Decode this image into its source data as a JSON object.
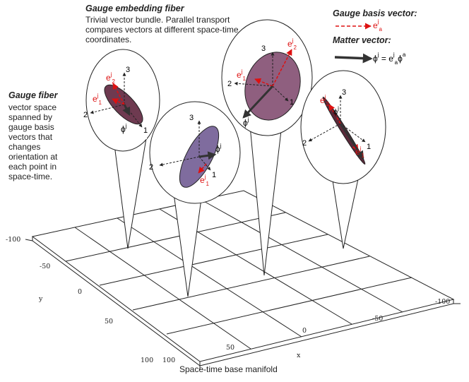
{
  "annotations": {
    "embedding_title": "Gauge embedding fiber",
    "embedding_desc": "Trivial vector bundle.  Parallel transport compares vectors at different space-time coordinates.",
    "fiber_title": "Gauge fiber",
    "fiber_desc": "vector space spanned by gauge basis vectors that changes orientation at each point in space-time.",
    "basis_title": "Gauge basis vector:",
    "matter_title": "Matter vector:",
    "base_manifold": "Space-time base manifold"
  },
  "legend": {
    "basis_symbol": "e",
    "basis_sup": "j",
    "basis_sub": "a",
    "matter_symbol": "ϕ",
    "matter_sup": "j",
    "matter_eq": " = e",
    "matter_eq_sup": "j",
    "matter_eq_sub": "a",
    "matter_eq_phi": "ϕ",
    "matter_eq_phi_sup": "a"
  },
  "axes": {
    "x_label": "x",
    "y_label": "y",
    "x_ticks": [
      "-100",
      "-50",
      "0",
      "50",
      "100"
    ],
    "y_ticks": [
      "-100",
      "-50",
      "0",
      "50",
      "100"
    ]
  },
  "fiber_labels": {
    "axis1": "1",
    "axis2": "2",
    "axis3": "3",
    "e": "e",
    "e_sup": "j",
    "sub1": "1",
    "sub2": "2",
    "phi": "ϕ",
    "phi_sup": "j"
  },
  "colors": {
    "basis_vector": "#dd1111",
    "matter_vector": "#333333",
    "disk_1": "#6e3a50",
    "disk_2": "#7f6c9e",
    "disk_3": "#8f5f7f",
    "disk_4": "#5a2a3a"
  }
}
